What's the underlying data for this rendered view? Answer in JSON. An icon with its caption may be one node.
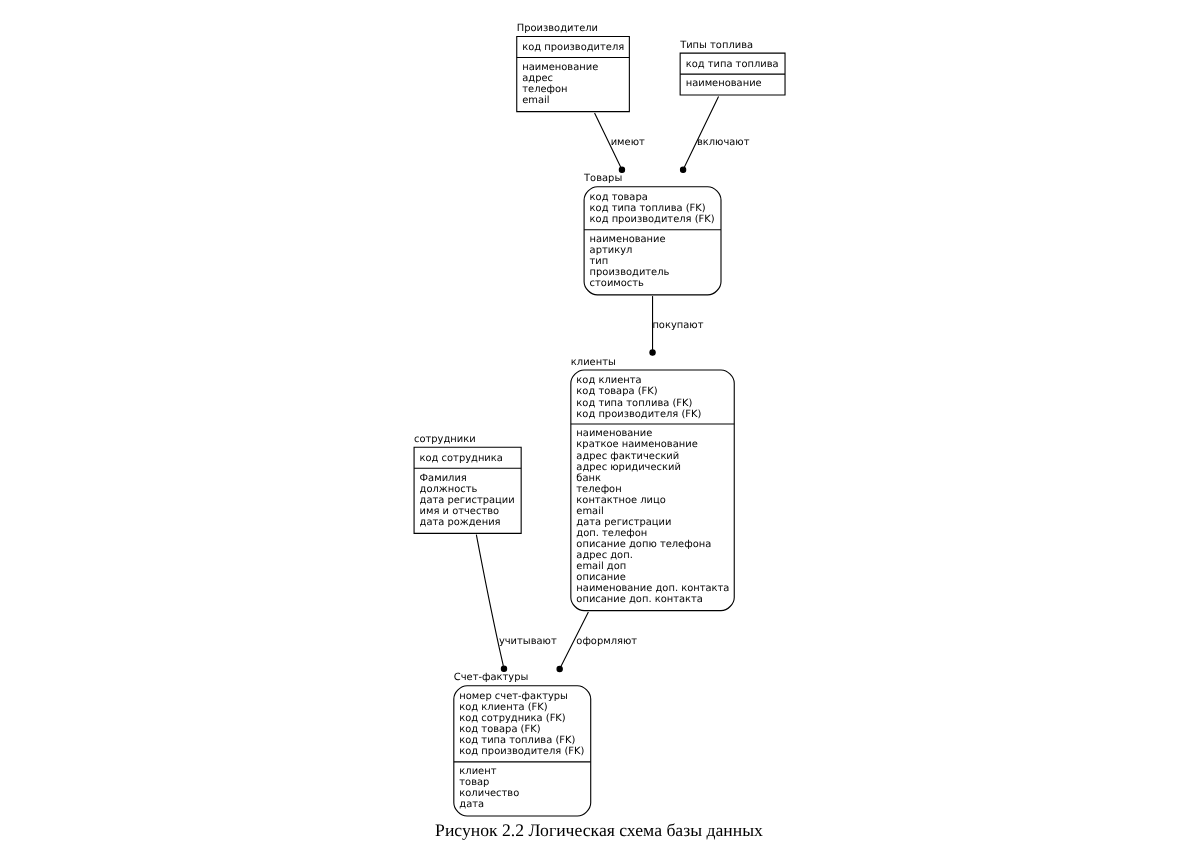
{
  "diagram": {
    "caption": "Рисунок 2.2 Логическая схема базы данных",
    "nodes": [
      {
        "text": [
          "сотрудники",
          "код сотрудника",
          "Фамилия",
          "должность",
          "дата регистрации",
          "имя и отчество",
          "дата рождения"
        ]
      },
      {
        "text": [
          "Товары",
          "код товара",
          "код типа топлива (FK)",
          "код производителя (FK)",
          "наименование",
          "артикул",
          "тип",
          "производитель",
          "стоимость"
        ]
      },
      {
        "text": [
          "Производители",
          "код производителя",
          "наименование",
          "адрес",
          "телефон",
          "email"
        ]
      },
      {
        "text": [
          "Счет-фактуры",
          "номер счет-фактуры",
          "код клиента (FK)",
          "код сотрудника (FK)",
          "код товара (FK)",
          "код типа топлива (FK)",
          "код производителя (FK)",
          "клиент",
          "товар",
          "количество",
          "дата"
        ]
      },
      {
        "text": [
          "клиенты",
          "код клиента",
          "код товара (FK)",
          "код типа топлива (FK)",
          "код производителя (FK)",
          "наименование",
          "краткое наименование",
          "адрес фактический",
          "адрес юридический",
          "банк",
          "телефон",
          "контактное лицо",
          "email",
          "дата регистрации",
          "доп. телефон",
          "описание допю телефона",
          "адрес доп.",
          "email доп",
          "описание",
          "наименование доп. контакта",
          "описание доп. контакта"
        ]
      },
      {
        "text": [
          "Типы топлива",
          "код типа топлива",
          "наименование"
        ]
      }
    ],
    "edges": [
      {
        "from": 0,
        "to": 3,
        "arrow": "other",
        "label": "учитывают"
      },
      {
        "from": 1,
        "to": 4,
        "arrow": "other",
        "label": "покупают"
      },
      {
        "from": 2,
        "to": 1,
        "arrow": "other",
        "label": "имеют"
      },
      {
        "from": 5,
        "to": 1,
        "arrow": "other",
        "label": "включают"
      },
      {
        "from": 4,
        "to": 3,
        "arrow": "other",
        "label": "оформляют"
      }
    ]
  }
}
